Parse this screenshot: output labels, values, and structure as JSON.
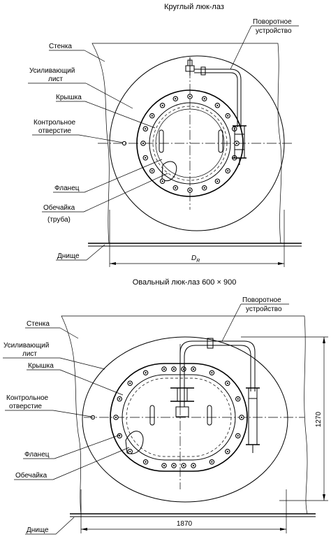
{
  "round_hatch": {
    "title": "Круглый люк-лаз",
    "labels": {
      "stenka": "Стенка",
      "usil_1": "Усиливающий",
      "usil_2": "лист",
      "kryshka": "Крышка",
      "kontrol_1": "Контрольное",
      "kontrol_2": "отверстие",
      "flanec": "Фланец",
      "obech_1": "Обечайка",
      "obech_2": "(труба)",
      "dnishche": "Днище",
      "povorot_1": "Поворотное",
      "povorot_2": "устройство"
    },
    "dimension": {
      "main": "D",
      "sub": "R"
    }
  },
  "oval_hatch": {
    "title": "Овальный люк-лаз 600 × 900",
    "labels": {
      "stenka": "Стенка",
      "usil_1": "Усиливающий",
      "usil_2": "лист",
      "kryshka": "Крышка",
      "kontrol_1": "Контрольное",
      "kontrol_2": "отверстие",
      "flanec": "Фланец",
      "obech": "Обечайка",
      "dnishche": "Днище",
      "povorot_1": "Поворотное",
      "povorot_2": "устройство"
    },
    "dim_width": "1870",
    "dim_height": "1270"
  }
}
